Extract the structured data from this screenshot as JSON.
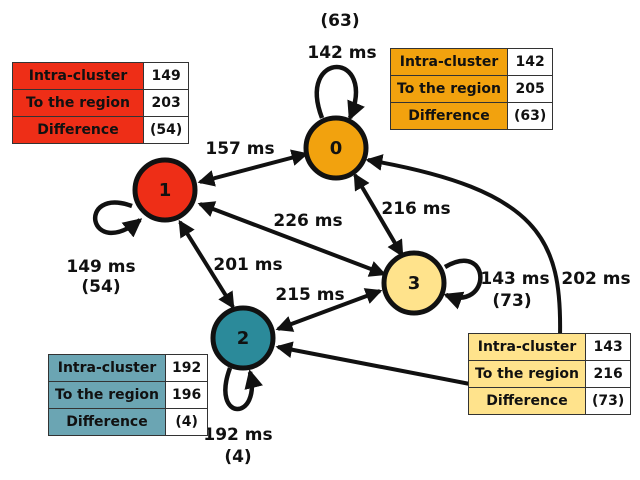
{
  "nodes": [
    {
      "id": "0",
      "label": "0",
      "color": "#F2A20E"
    },
    {
      "id": "1",
      "label": "1",
      "color": "#EE2E17"
    },
    {
      "id": "2",
      "label": "2",
      "color": "#2B8A9A"
    },
    {
      "id": "3",
      "label": "3",
      "color": "#FFE38C"
    }
  ],
  "edges": {
    "e01": "157 ms",
    "e03": "216 ms",
    "e13": "226 ms",
    "e12": "201 ms",
    "e23": "215 ms",
    "e_right": "202 ms"
  },
  "loops": {
    "n0": {
      "ms": "142 ms",
      "diff": "(63)"
    },
    "n1": {
      "ms": "149 ms",
      "diff": "(54)"
    },
    "n2": {
      "ms": "192 ms",
      "diff": "(4)"
    },
    "n3": {
      "ms": "143 ms",
      "diff": "(73)"
    }
  },
  "legends": {
    "red": {
      "color": "#EE2E17",
      "rows": [
        {
          "key": "Intra-cluster",
          "value": "149"
        },
        {
          "key": "To the region",
          "value": "203"
        },
        {
          "key": "Difference",
          "value": "(54)"
        }
      ]
    },
    "orange": {
      "color": "#F2A20E",
      "rows": [
        {
          "key": "Intra-cluster",
          "value": "142"
        },
        {
          "key": "To the region",
          "value": "205"
        },
        {
          "key": "Difference",
          "value": "(63)"
        }
      ]
    },
    "blue": {
      "color": "#6BA5B3",
      "rows": [
        {
          "key": "Intra-cluster",
          "value": "192"
        },
        {
          "key": "To the region",
          "value": "196"
        },
        {
          "key": "Difference",
          "value": "(4)"
        }
      ]
    },
    "yellow": {
      "color": "#FFE38C",
      "rows": [
        {
          "key": "Intra-cluster",
          "value": "143"
        },
        {
          "key": "To the region",
          "value": "216"
        },
        {
          "key": "Difference",
          "value": "(73)"
        }
      ]
    }
  }
}
